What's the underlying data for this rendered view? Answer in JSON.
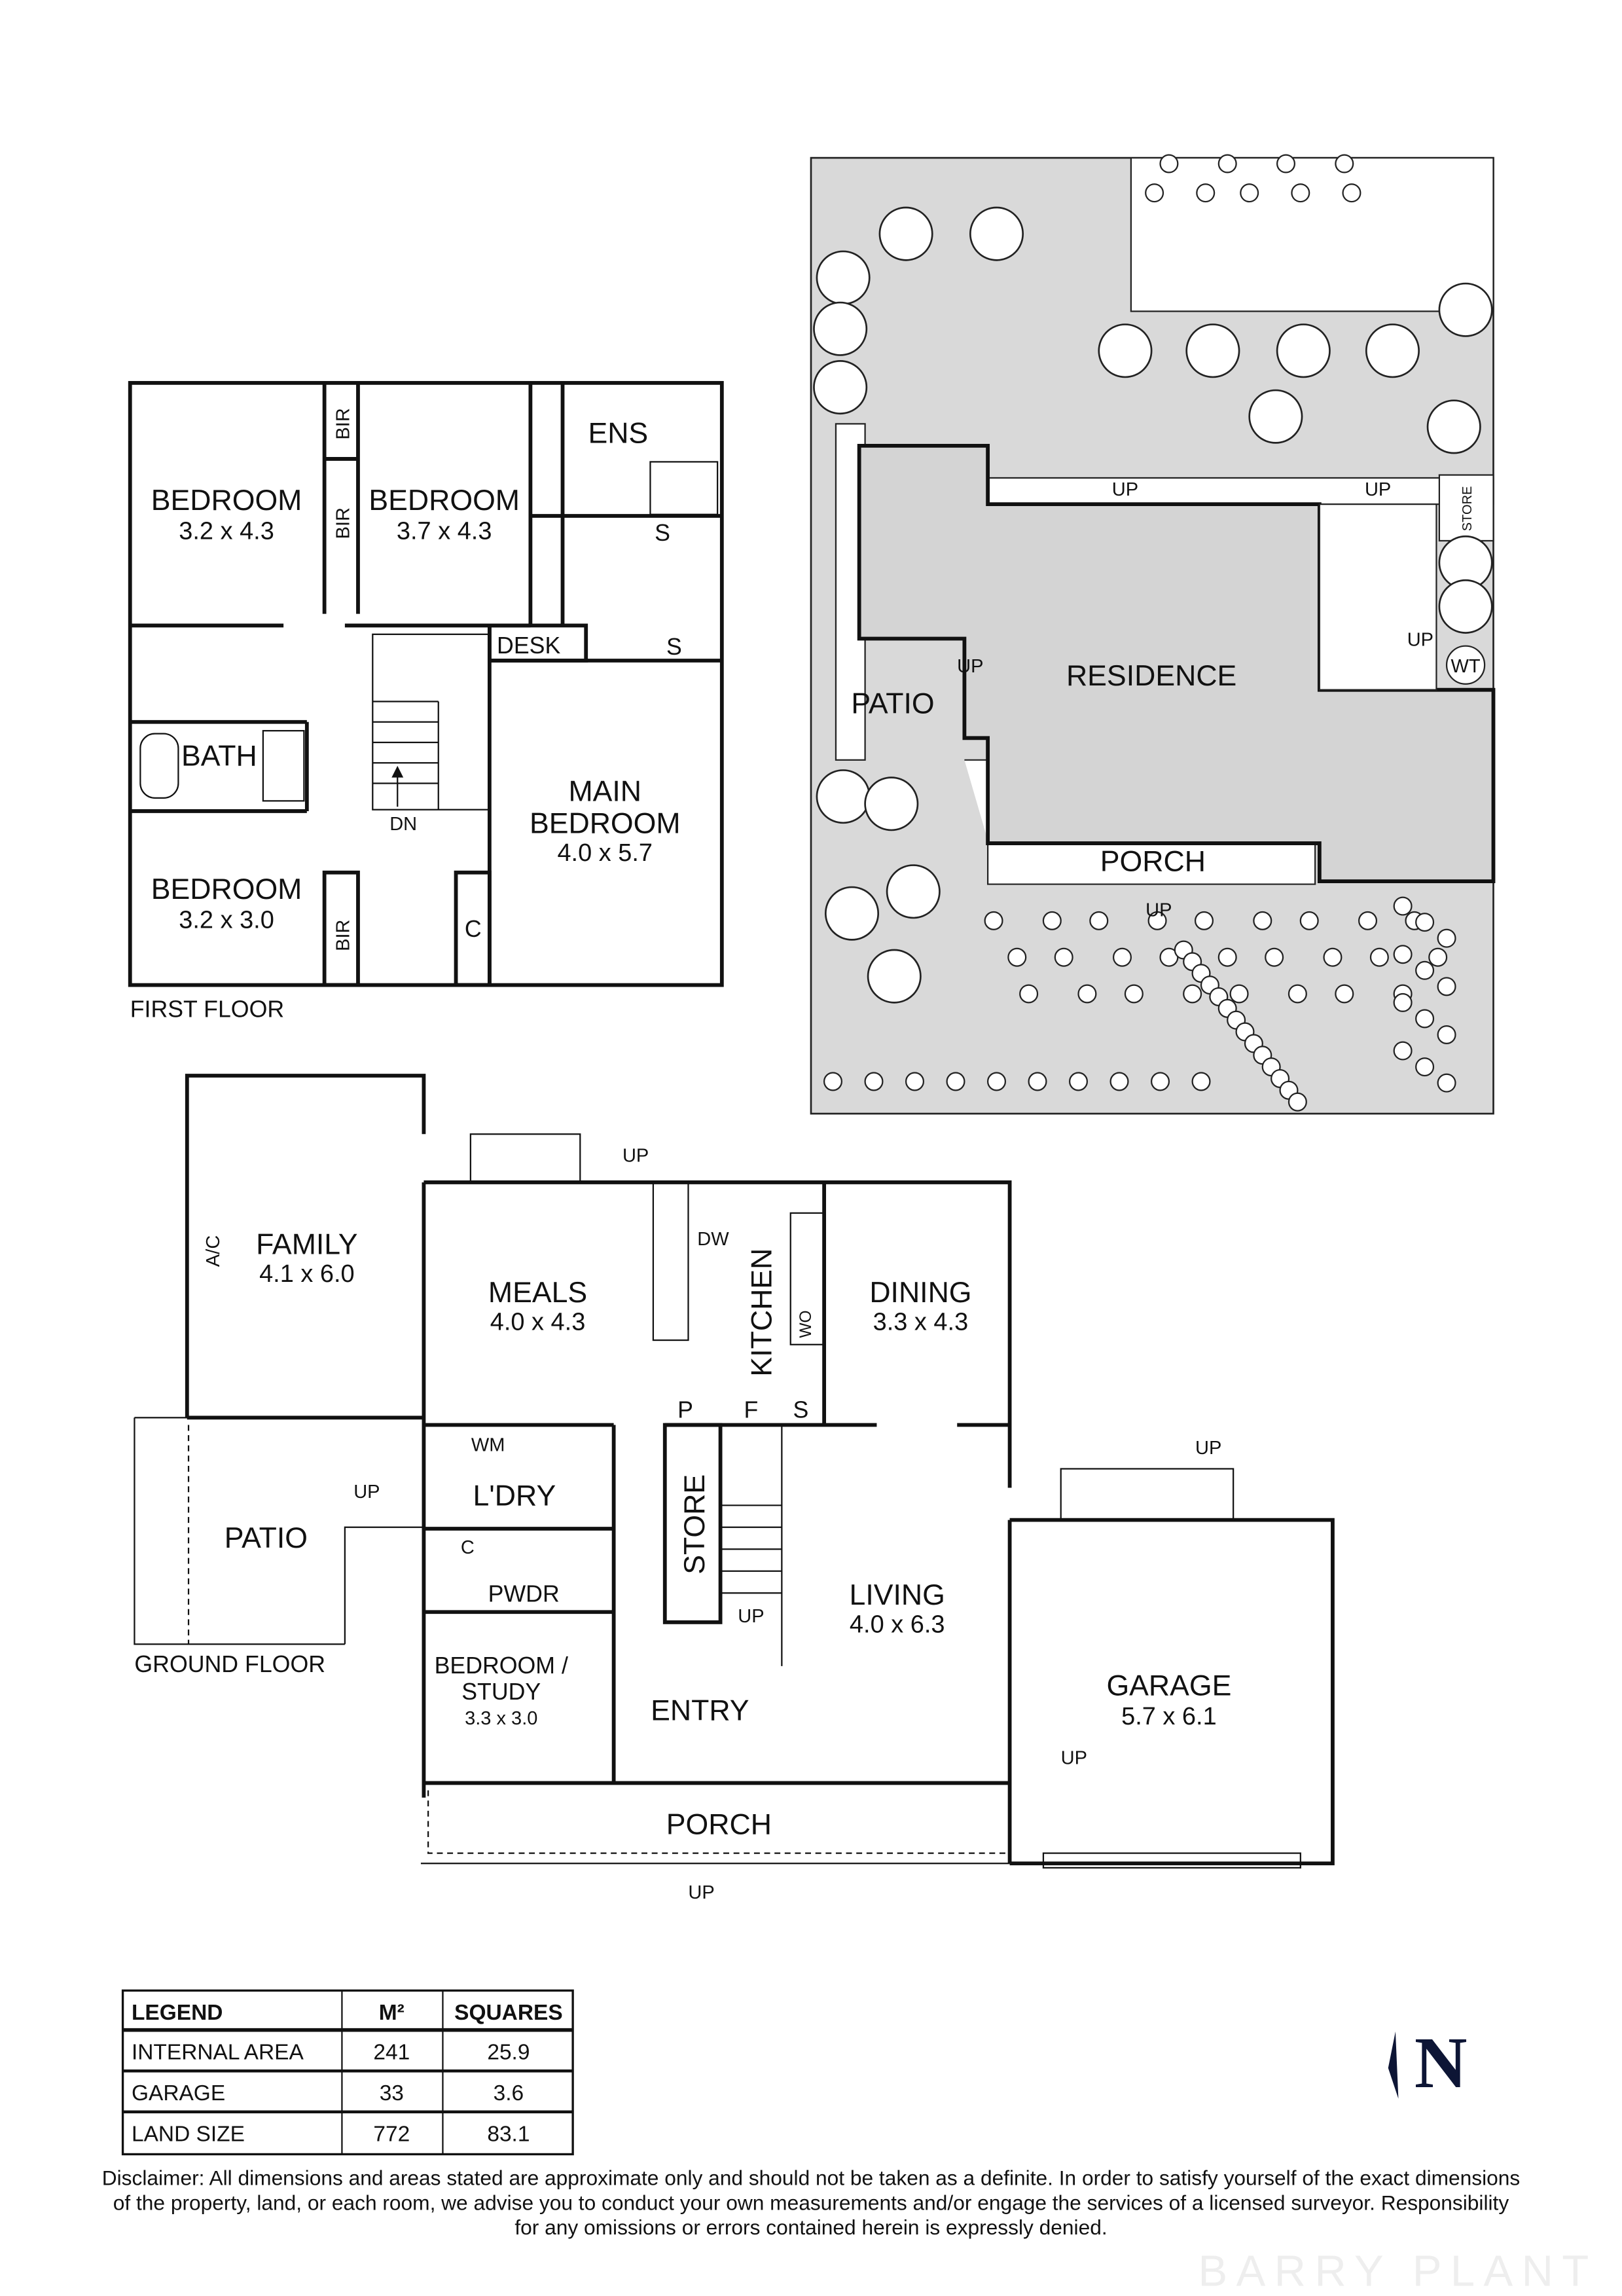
{
  "first_floor": {
    "title": "FIRST FLOOR",
    "rooms": [
      {
        "name": "BEDROOM",
        "size": "3.2 x 4.3"
      },
      {
        "name": "BEDROOM",
        "size": "3.7 x 4.3"
      },
      {
        "name": "ENS"
      },
      {
        "name": "BEDROOM",
        "size": "3.2 x 3.0"
      },
      {
        "name": "BATH"
      },
      {
        "name": "MAIN",
        "name2": "BEDROOM",
        "size": "4.0 x 5.7"
      }
    ],
    "labels": {
      "bir": "BIR",
      "desk": "DESK",
      "s": "S",
      "c": "C",
      "dn": "DN"
    }
  },
  "ground_floor": {
    "title": "GROUND FLOOR",
    "rooms": {
      "family": {
        "name": "FAMILY",
        "size": "4.1 x 6.0"
      },
      "meals": {
        "name": "MEALS",
        "size": "4.0 x 4.3"
      },
      "kitchen": {
        "name": "KITCHEN"
      },
      "dining": {
        "name": "DINING",
        "size": "3.3 x 4.3"
      },
      "patio": {
        "name": "PATIO"
      },
      "laundry": {
        "name": "L'DRY"
      },
      "store": {
        "name": "STORE"
      },
      "powder": {
        "name": "PWDR"
      },
      "living": {
        "name": "LIVING",
        "size": "4.0 x 6.3"
      },
      "study": {
        "name": "BEDROOM /",
        "name2": "STUDY",
        "size": "3.3 x 3.0"
      },
      "entry": {
        "name": "ENTRY"
      },
      "garage": {
        "name": "GARAGE",
        "size": "5.7 x 6.1"
      },
      "porch": {
        "name": "PORCH"
      }
    },
    "labels": {
      "ac": "A/C",
      "dw": "DW",
      "wo": "WO",
      "p": "P",
      "f": "F",
      "s": "S",
      "wm": "WM",
      "c": "C",
      "up": "UP"
    }
  },
  "site_plan": {
    "residence": "RESIDENCE",
    "patio": "PATIO",
    "porch": "PORCH",
    "store": "STORE",
    "wt": "WT",
    "up": "UP"
  },
  "legend": {
    "headers": [
      "LEGEND",
      "M²",
      "SQUARES"
    ],
    "rows": [
      [
        "INTERNAL AREA",
        "241",
        "25.9"
      ],
      [
        "GARAGE",
        "33",
        "3.6"
      ],
      [
        "LAND SIZE",
        "772",
        "83.1"
      ]
    ]
  },
  "north_label": "N",
  "disclaimer": [
    "Disclaimer: All dimensions and areas stated are approximate only and should not be taken as a definite. In order to satisfy yourself of the exact dimensions",
    "of the property, land, or each room, we advise you to conduct your own measurements and/or engage the services of a licensed surveyor. Responsibility",
    "for any omissions or errors contained herein is expressly denied."
  ],
  "watermark": "BARRY PLANT",
  "colors": {
    "site_fill": "#d9d9d9",
    "north_arrow": "#0d1535"
  }
}
